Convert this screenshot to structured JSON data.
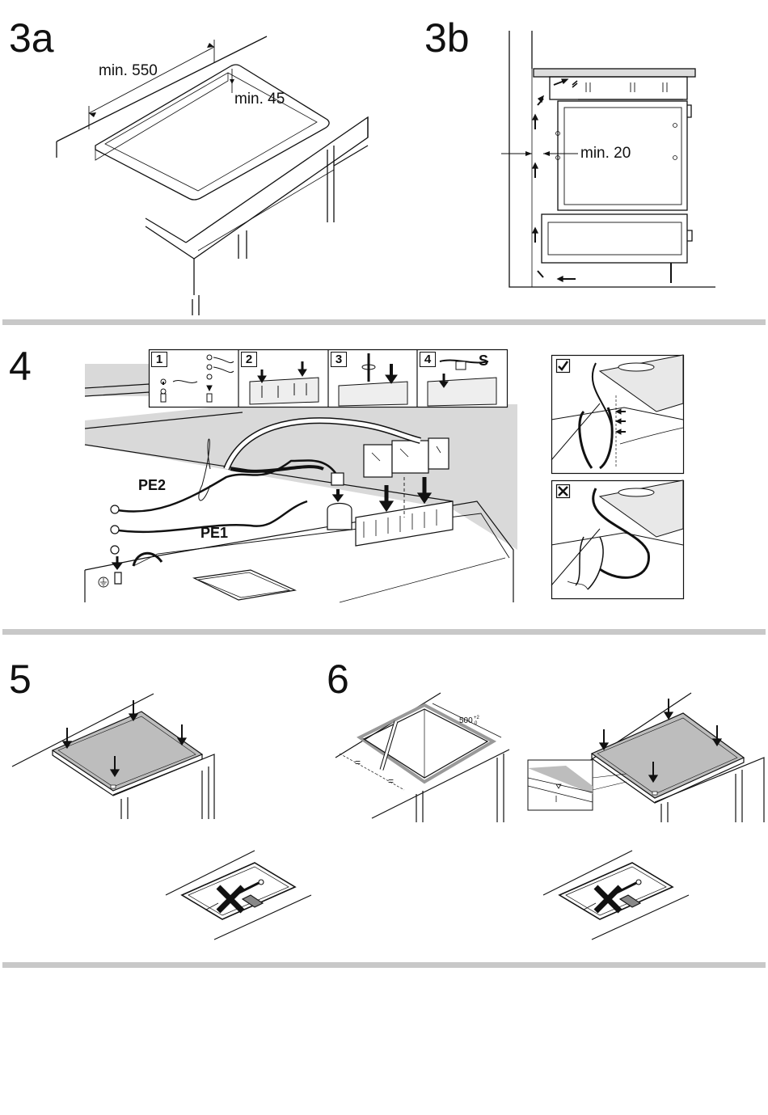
{
  "figures": {
    "f3a": {
      "number": "3a",
      "dim_width": "min. 550",
      "dim_back": "min. 45"
    },
    "f3b": {
      "number": "3b",
      "dim_gap": "min. 20"
    },
    "f4": {
      "number": "4",
      "steps": [
        "1",
        "2",
        "3",
        "4"
      ],
      "label_s": "S",
      "label_pe1": "PE1",
      "label_pe2": "PE2",
      "ok_icon": "check-mark-icon",
      "wrong_icon": "cross-mark-icon"
    },
    "f5": {
      "number": "5"
    },
    "f6": {
      "number": "6",
      "dim_cutout": "500",
      "tol_plus": "+2",
      "tol_minus": "0",
      "equal_mark": "="
    }
  },
  "colors": {
    "separator": "#c8c8c8",
    "panel_grey": "#d9d9d9",
    "hob_grey": "#bdbdbd",
    "line": "#111111"
  }
}
